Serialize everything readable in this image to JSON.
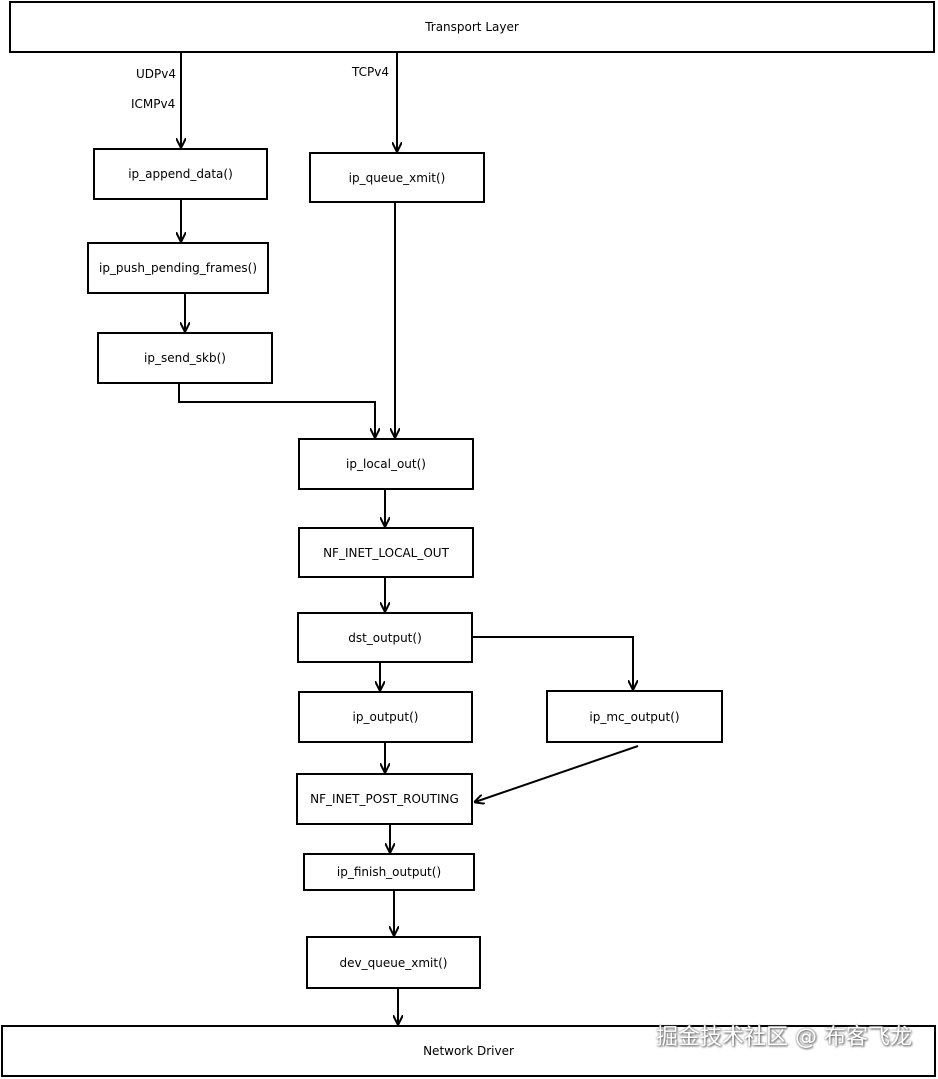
{
  "layers": {
    "top": "Transport Layer",
    "bottom": "Network Driver"
  },
  "protocols": {
    "udp": "UDPv4",
    "icmp": "ICMPv4",
    "tcp": "TCPv4"
  },
  "functions": {
    "ip_append_data": "ip_append_data()",
    "ip_push_pending_frames": "ip_push_pending_frames()",
    "ip_send_skb": "ip_send_skb()",
    "ip_queue_xmit": "ip_queue_xmit()",
    "ip_local_out": "ip_local_out()",
    "nf_inet_local_out": "NF_INET_LOCAL_OUT",
    "dst_output": "dst_output()",
    "ip_output": "ip_output()",
    "ip_mc_output": "ip_mc_output()",
    "nf_inet_post_routing": "NF_INET_POST_ROUTING",
    "ip_finish_output": "ip_finish_output()",
    "dev_queue_xmit": "dev_queue_xmit()"
  },
  "watermark": "掘金技术社区 @ 布客飞龙"
}
